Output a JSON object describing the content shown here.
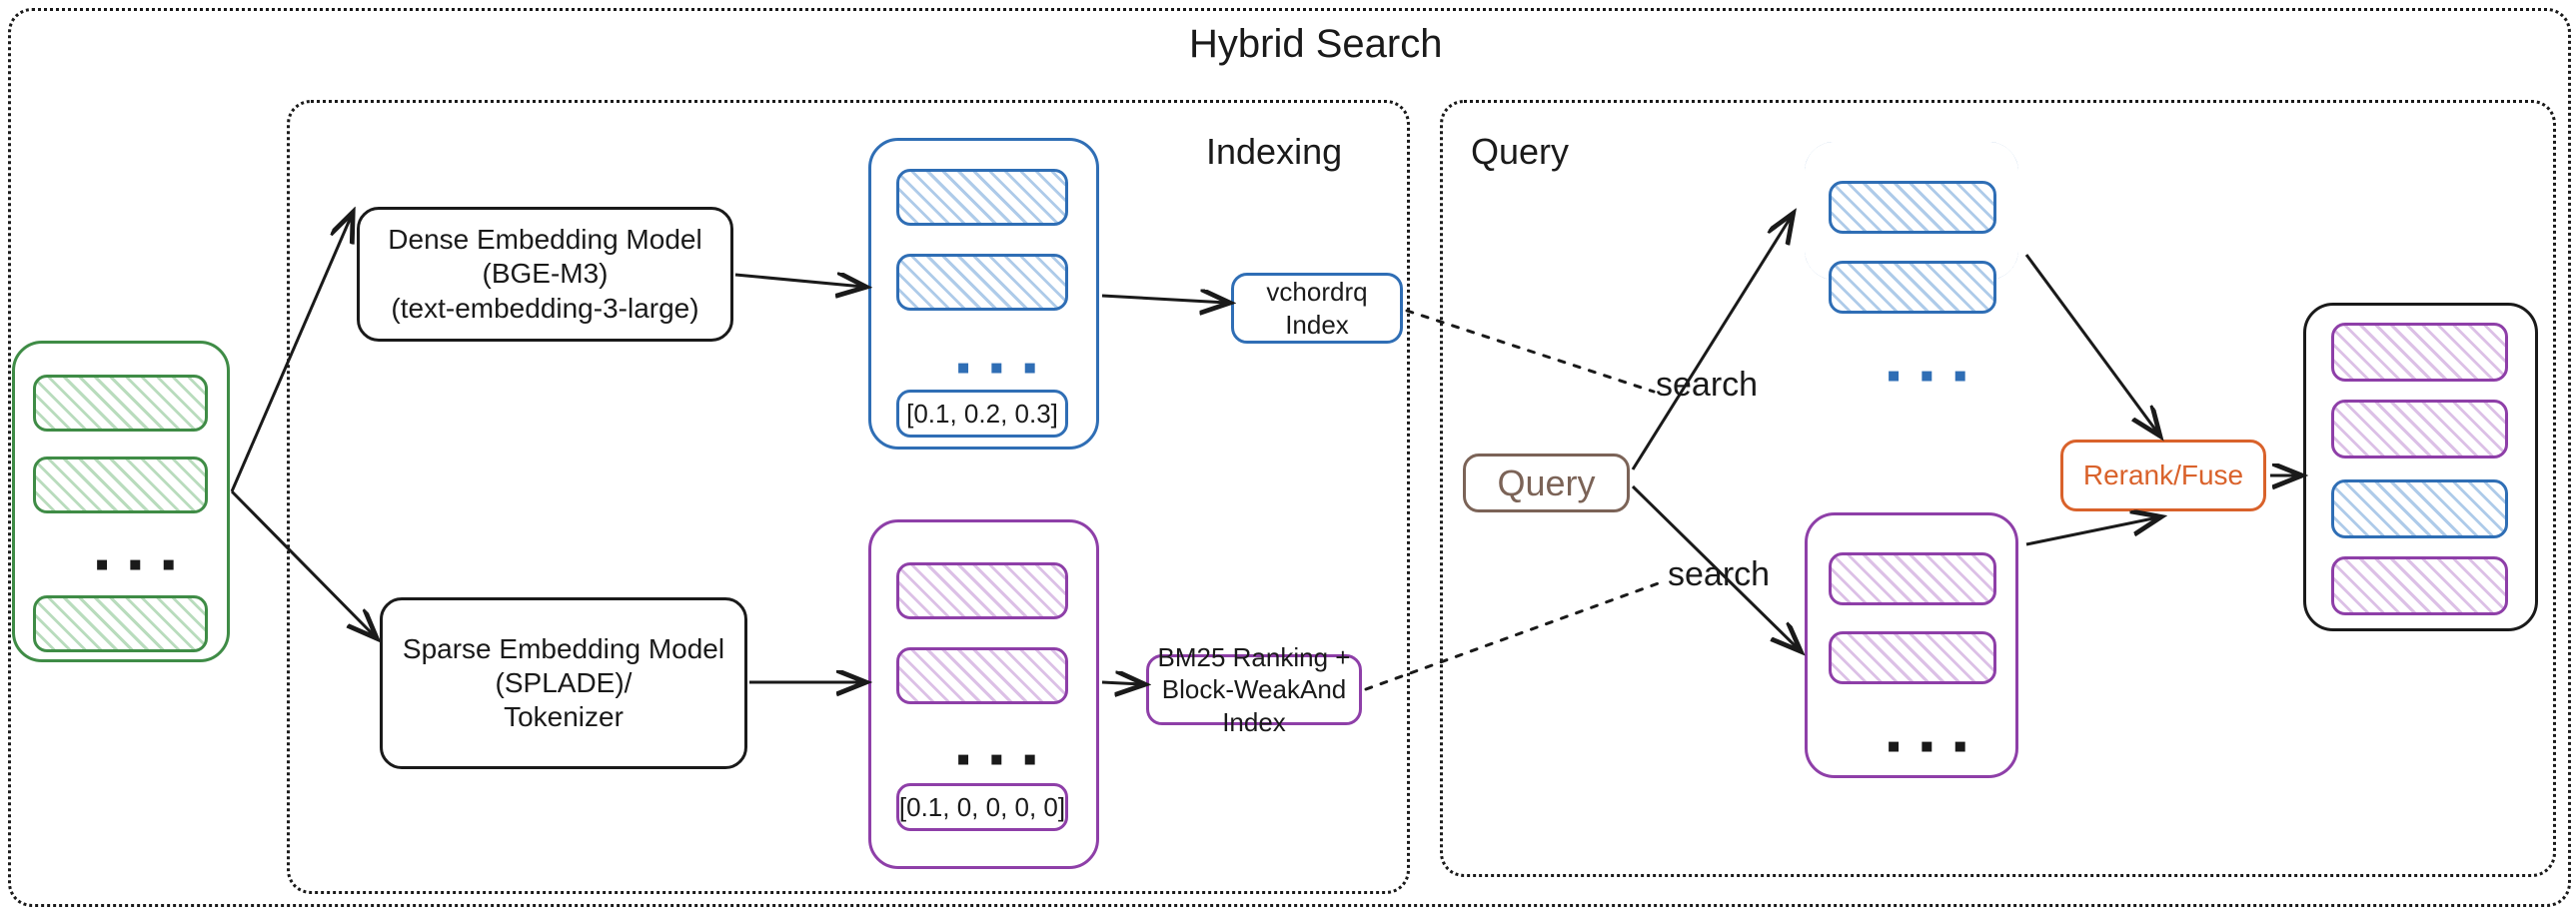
{
  "diagram": {
    "title": "Hybrid Search",
    "sections": [
      {
        "key": "indexing",
        "label": "Indexing"
      },
      {
        "key": "query",
        "label": "Query"
      }
    ],
    "edge_labels": {
      "search_dense": "search",
      "search_sparse": "search"
    },
    "nodes": {
      "dense_model": {
        "line1": "Dense Embedding Model",
        "line2": "(BGE-M3)",
        "line3": "(text-embedding-3-large)"
      },
      "sparse_model": {
        "line1": "Sparse Embedding Model",
        "line2": "(SPLADE)/",
        "line3": "Tokenizer"
      },
      "vchordrq_index": {
        "line1": "vchordrq",
        "line2": "Index"
      },
      "bm25_index": {
        "line1": "BM25 Ranking +",
        "line2": "Block-WeakAnd Index"
      },
      "query_node": {
        "label": "Query"
      },
      "rerank_node": {
        "label": "Rerank/Fuse"
      }
    },
    "stacks": {
      "source_docs": {
        "color": "green",
        "ellipsis": "▪ ▪ ▪",
        "items": [
          "doc",
          "doc",
          "doc"
        ]
      },
      "dense_vectors": {
        "color": "blue",
        "ellipsis": "▪ ▪ ▪",
        "items": [
          "vector",
          "vector"
        ],
        "value": "[0.1, 0.2, 0.3]"
      },
      "sparse_vectors": {
        "color": "purple",
        "ellipsis": "▪ ▪ ▪",
        "items": [
          "vector",
          "vector"
        ],
        "value": "[0.1, 0, 0, 0, 0]"
      },
      "dense_results": {
        "color": "blue",
        "ellipsis": "▪ ▪ ▪",
        "items": [
          "result",
          "result"
        ]
      },
      "sparse_results": {
        "color": "purple",
        "ellipsis": "▪ ▪ ▪",
        "items": [
          "result",
          "result"
        ]
      },
      "fused_results": {
        "color": "black",
        "items": [
          "purple",
          "purple",
          "blue",
          "purple"
        ]
      }
    },
    "colors": {
      "green": "#3f8c46",
      "blue": "#2f6eb5",
      "purple": "#8e3fa8",
      "orange": "#d9622b",
      "brown": "#7b6357",
      "black": "#1a1a1a"
    }
  }
}
